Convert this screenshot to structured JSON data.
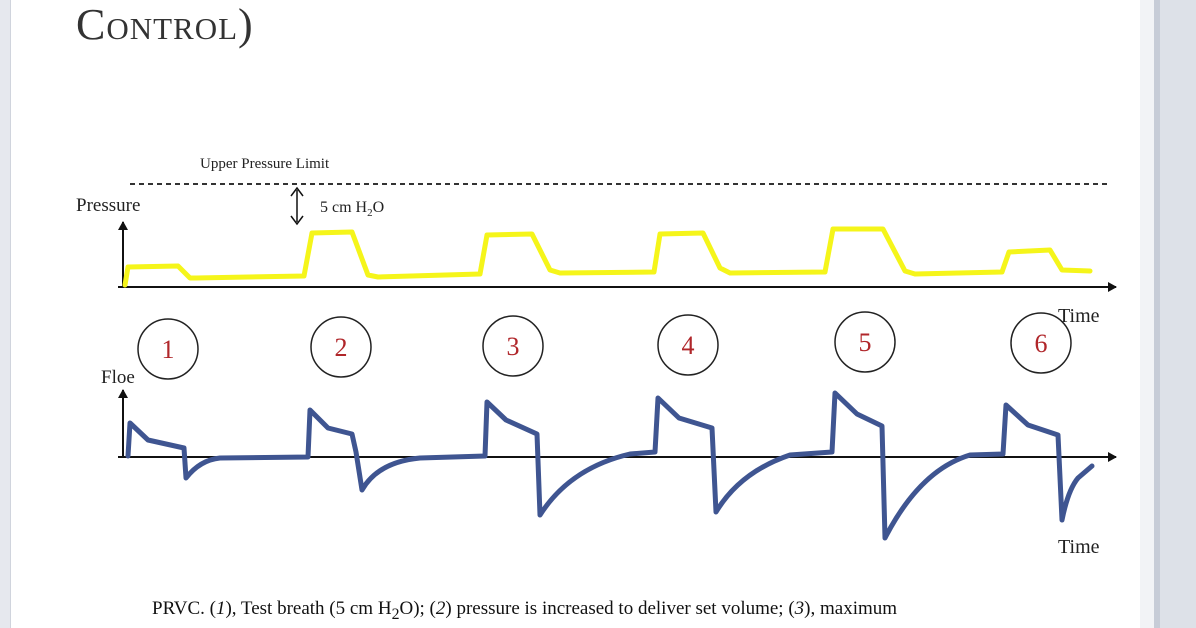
{
  "slide": {
    "title": "Control)",
    "caption": {
      "prefix": "PRVC. (",
      "n1": "1",
      "part1": "), Test breath (5 cm H",
      "part1_sub": "2",
      "part1_end": "O); (",
      "n2": "2",
      "part2": ") pressure is increased to deliver set volume; (",
      "n3": "3",
      "part3": "), maximum"
    }
  },
  "diagram": {
    "upper_limit_label": "Upper Pressure Limit",
    "margin_label": "5 cm H",
    "margin_label_sub": "2",
    "margin_label_end": "O",
    "pressure_axis_label": "Pressure",
    "flow_axis_label": "Floe",
    "time_label_pressure": "Time",
    "time_label_flow": "Time",
    "breath_numbers": [
      "1",
      "2",
      "3",
      "4",
      "5",
      "6"
    ],
    "colors": {
      "pressure_trace": "#f5f51a",
      "flow_trace": "#3f5591",
      "breath_number": "#b0262a",
      "axis": "#111111"
    }
  }
}
